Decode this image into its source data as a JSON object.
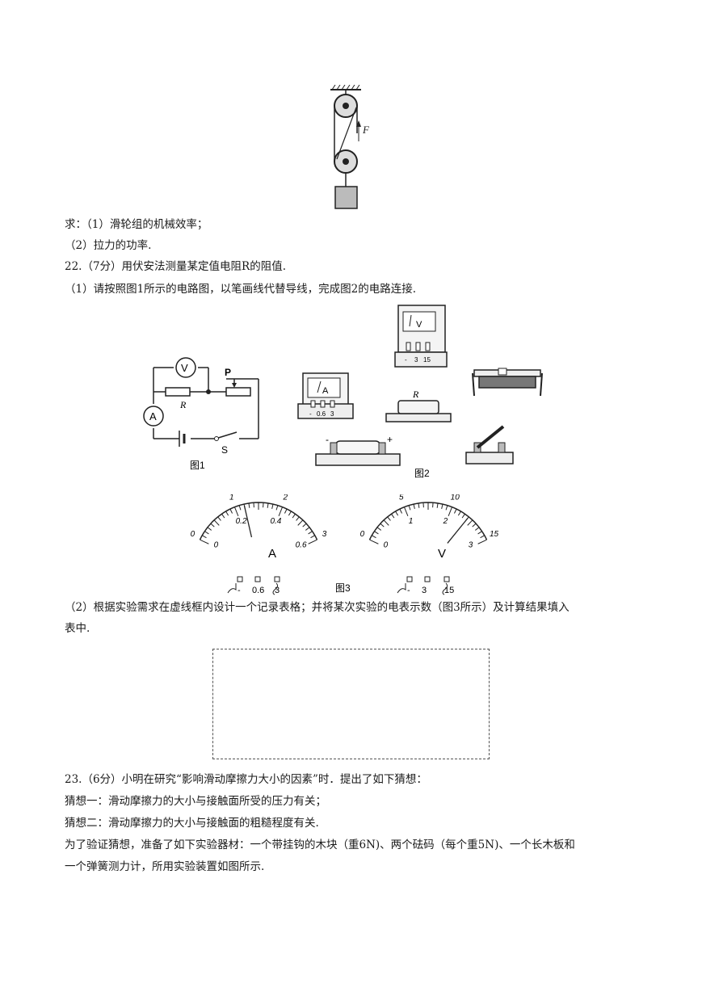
{
  "pulley_figure": {
    "force_label": "F"
  },
  "lines": {
    "q21_ask": "求：（1）滑轮组的机械效率；",
    "q21_part2": "（2）拉力的功率.",
    "q22_title": "22.（7分）用伏安法测量某定值电阻R的阻值.",
    "q22_part1": "（1）请按照图1所示的电路图，以笔画线代替导线，完成图2的电路连接.",
    "q22_part2_a": "（2）根据实验需求在虚线框内设计一个记录表格；并将某次实验的电表示数（图3所示）及计算结果填入",
    "q22_part2_b": "表中.",
    "q23_title": "23.（6分）小明在研究“影响滑动摩擦力大小的因素”时．提出了如下猜想：",
    "q23_guess1": "猜想一：滑动摩擦力的大小与接触面所受的压力有关；",
    "q23_guess2": "猜想二：滑动摩擦力的大小与接触面的粗糙程度有关.",
    "q23_equip_a": "为了验证猜想，准备了如下实验器材：一个带挂钩的木块（重6N)、两个砝码（每个重5N)、一个长木板和",
    "q23_equip_b": "一个弹簧测力计，所用实验装置如图所示."
  },
  "figure1": {
    "caption": "图1",
    "voltmeter": "V",
    "ammeter": "A",
    "resistor": "R",
    "slider": "P",
    "switch": "S"
  },
  "figure2": {
    "caption": "图2",
    "ammeter_face": "A",
    "ammeter_terminals": [
      "-",
      "0.6",
      "3"
    ],
    "voltmeter_face": "V",
    "voltmeter_terminals": [
      "-",
      "3",
      "15"
    ],
    "resistor": "R",
    "battery_minus": "-",
    "battery_plus": "+"
  },
  "figure3": {
    "caption": "图3",
    "ammeter": {
      "unit": "A",
      "outer_ticks": [
        "0",
        "1",
        "2",
        "3"
      ],
      "inner_ticks": [
        "0",
        "0.2",
        "0.4",
        "0.6"
      ],
      "terminals": [
        "-",
        "0.6",
        "3"
      ],
      "needle_fraction": 0.4
    },
    "voltmeter": {
      "unit": "V",
      "outer_ticks": [
        "0",
        "5",
        "10",
        "15"
      ],
      "inner_ticks": [
        "0",
        "1",
        "2",
        "3"
      ],
      "terminals": [
        "-",
        "3",
        "15"
      ],
      "needle_fraction": 0.8
    }
  }
}
